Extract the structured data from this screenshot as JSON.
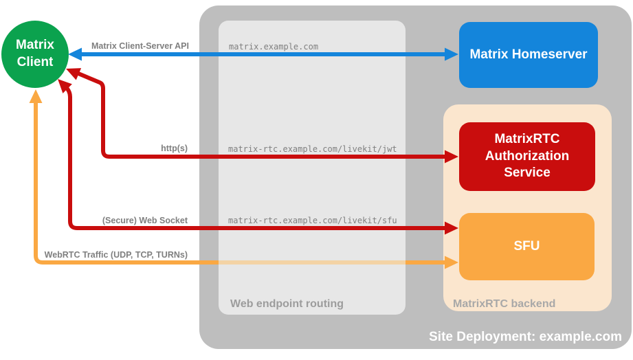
{
  "colors": {
    "green": "#0BA24E",
    "blue": "#1485DB",
    "red": "#C90D0D",
    "orange": "#FAA843",
    "orange_faded": "#F3D3A5",
    "peach": "#FBE6CE",
    "outer_gray": "#BEBEBE",
    "panel_gray": "#E7E7E7",
    "label_gray": "#7F7F7F",
    "caption_gray": "#9C9C9C"
  },
  "nodes": {
    "matrix_client": "Matrix Client",
    "matrix_homeserver": "Matrix Homeserver",
    "auth_service": "MatrixRTC Authorization Service",
    "sfu": "SFU"
  },
  "containers": {
    "web_endpoint_routing": "Web endpoint routing",
    "matrixrtc_backend": "MatrixRTC backend",
    "site_deployment": "Site Deployment: example.com"
  },
  "arrows": [
    {
      "name": "matrix-client-server-api",
      "label": "Matrix Client-Server API",
      "endpoint": "matrix.example.com",
      "color": "#1485DB",
      "bidirectional": true
    },
    {
      "name": "https",
      "label": "http(s)",
      "endpoint": "matrix-rtc.example.com/livekit/jwt",
      "color": "#C90D0D",
      "bidirectional": true
    },
    {
      "name": "secure-web-socket",
      "label": "(Secure) Web Socket",
      "endpoint": "matrix-rtc.example.com/livekit/sfu",
      "color": "#C90D0D",
      "bidirectional": true
    },
    {
      "name": "webrtc-traffic",
      "label": "WebRTC Traffic (UDP, TCP, TURNs)",
      "endpoint": "",
      "color": "#FAA843",
      "bidirectional": true
    }
  ]
}
